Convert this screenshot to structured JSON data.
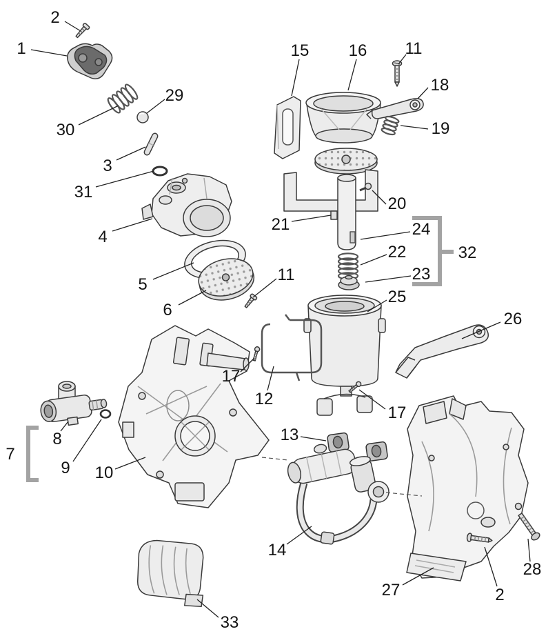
{
  "diagram": {
    "background": "#ffffff",
    "line_color": "#3a3a3a",
    "label_color": "#141414",
    "bracket_color": "#a3a3a3",
    "fill_light": "#f0f0f0",
    "fill_mid": "#d9d9d9",
    "fill_dark": "#8f8f8f"
  },
  "callouts": [
    {
      "label": "2"
    },
    {
      "label": "1"
    },
    {
      "label": "29"
    },
    {
      "label": "30"
    },
    {
      "label": "3"
    },
    {
      "label": "31"
    },
    {
      "label": "4"
    },
    {
      "label": "5"
    },
    {
      "label": "6"
    },
    {
      "label": "11"
    },
    {
      "label": "15"
    },
    {
      "label": "16"
    },
    {
      "label": "11"
    },
    {
      "label": "18"
    },
    {
      "label": "19"
    },
    {
      "label": "20"
    },
    {
      "label": "21"
    },
    {
      "label": "24"
    },
    {
      "label": "22"
    },
    {
      "label": "23"
    },
    {
      "label": "32"
    },
    {
      "label": "25"
    },
    {
      "label": "26"
    },
    {
      "label": "17"
    },
    {
      "label": "12"
    },
    {
      "label": "17"
    },
    {
      "label": "8"
    },
    {
      "label": "9"
    },
    {
      "label": "7"
    },
    {
      "label": "10"
    },
    {
      "label": "13"
    },
    {
      "label": "14"
    },
    {
      "label": "27"
    },
    {
      "label": "2"
    },
    {
      "label": "28"
    },
    {
      "label": "33"
    }
  ]
}
